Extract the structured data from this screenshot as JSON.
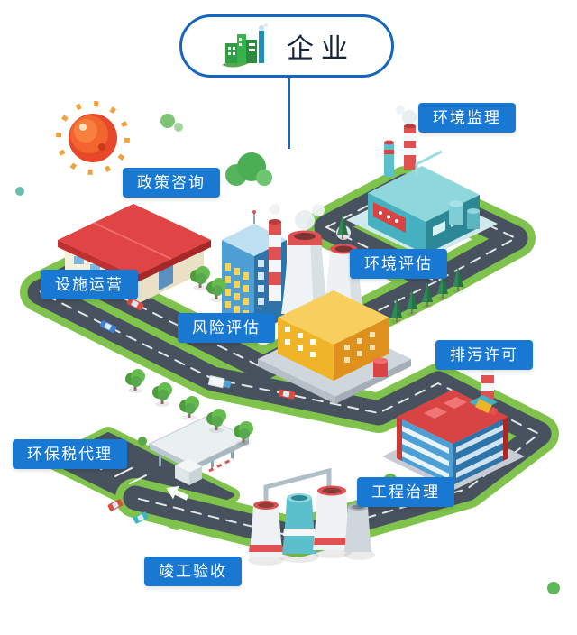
{
  "header": {
    "title": "企业",
    "icon": "factory-icon"
  },
  "labels": [
    {
      "id": "environmental-supervision",
      "text": "环境监理"
    },
    {
      "id": "policy-consulting",
      "text": "政策咨询"
    },
    {
      "id": "environmental-assessment",
      "text": "环境评估"
    },
    {
      "id": "facility-operation",
      "text": "设施运营"
    },
    {
      "id": "risk-assessment",
      "text": "风险评估"
    },
    {
      "id": "pollution-discharge-permit",
      "text": "排污许可"
    },
    {
      "id": "environmental-tax-agency",
      "text": "环保税代理"
    },
    {
      "id": "engineering-treatment",
      "text": "工程治理"
    },
    {
      "id": "completion-acceptance",
      "text": "竣工验收"
    }
  ],
  "icons": {
    "badge": "factory-icon",
    "decorations": [
      "sun-icon",
      "leaf-blobs"
    ]
  },
  "colors": {
    "label_background": "#1878d2",
    "label_text": "#ffffff",
    "badge_border": "#1566c0",
    "badge_text": "#17243d",
    "connector_line": "#1566c0",
    "road": "#47525e",
    "grass_edge": "#7fc24c",
    "sun": "#ef5a2b",
    "tree_green": "#66bb4e",
    "accent_red": "#e05252",
    "accent_teal": "#45b0bf",
    "building_blue": "#4e9fd4",
    "building_yellow": "#f0b429"
  }
}
